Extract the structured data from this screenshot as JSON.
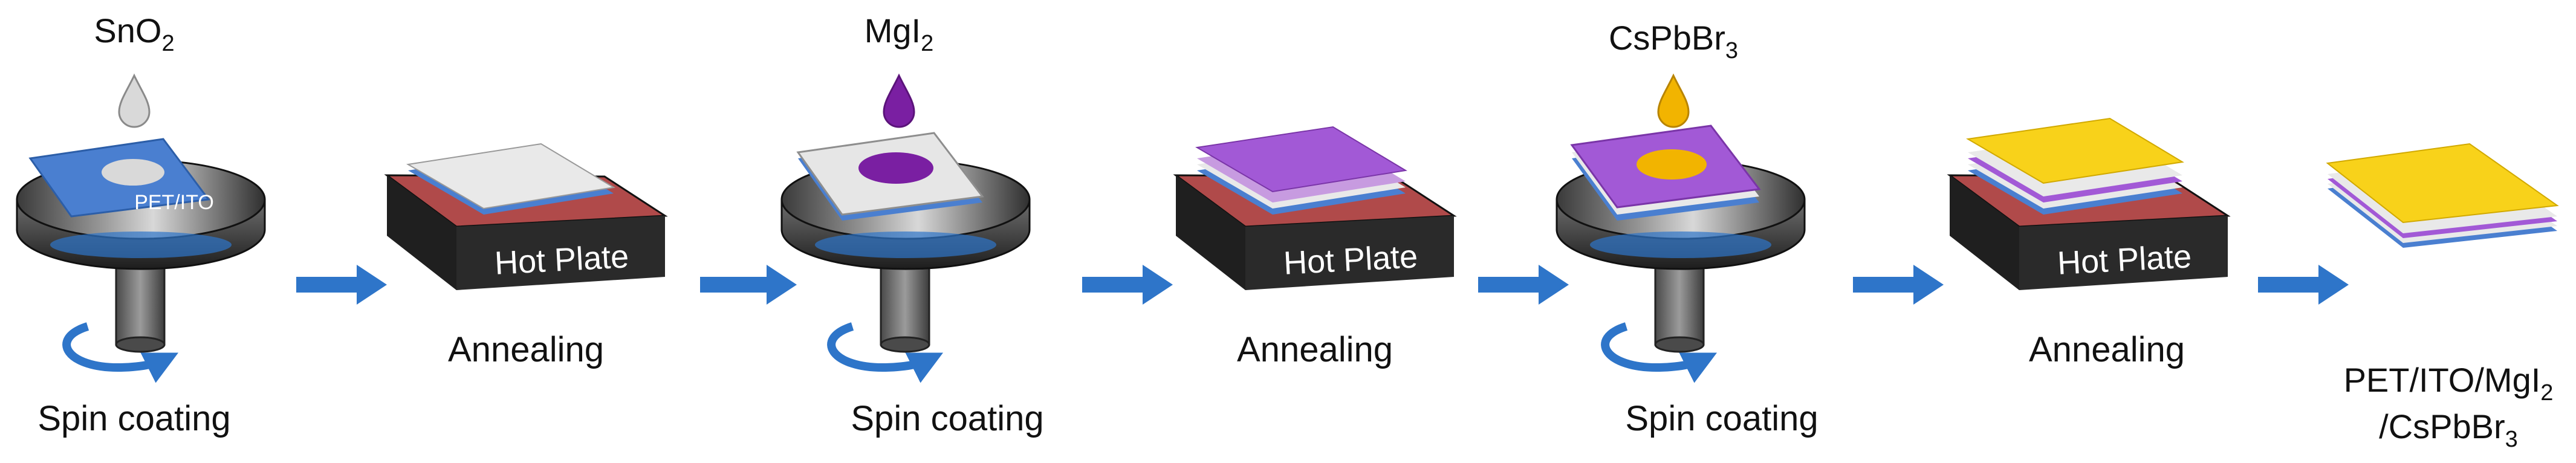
{
  "colors": {
    "substrate_blue": "#4a7fd0",
    "sno2_gray": "#d9d9d9",
    "mgi2_purple": "#8a2cb0",
    "mgi2_layer": "#a259d6",
    "cspbbr3_yellow": "#f2b400",
    "cspbbr3_layer": "#f8d21a",
    "arrow_blue": "#2e75c9",
    "hotplate_body": "#1f1f1f",
    "hotplate_top": "#b04a4a"
  },
  "steps": [
    {
      "type": "spin",
      "chemical": {
        "base": "SnO",
        "sub": "2",
        "tail": ""
      },
      "drop_color": "#d9d9d9",
      "drop_stroke": "#8a8a8a",
      "substrate_label": "PET/ITO",
      "caption": "Spin coating"
    },
    {
      "type": "anneal",
      "plate_label": "Hot Plate",
      "caption": "Annealing"
    },
    {
      "type": "spin",
      "chemical": {
        "base": "MgI",
        "sub": "2",
        "tail": ""
      },
      "drop_color": "#7a1fa2",
      "drop_stroke": "#5b137a",
      "caption": "Spin coating"
    },
    {
      "type": "anneal",
      "plate_label": "Hot Plate",
      "caption": "Annealing"
    },
    {
      "type": "spin",
      "chemical": {
        "base": "CsPbBr",
        "sub": "3",
        "tail": ""
      },
      "drop_color": "#f2b400",
      "drop_stroke": "#b88400",
      "caption": "Spin coating"
    },
    {
      "type": "anneal",
      "plate_label": "Hot Plate",
      "caption": "Annealing"
    }
  ],
  "final": {
    "line1": {
      "base": "PET/ITO/MgI",
      "sub": "2"
    },
    "line2": {
      "base": "/CsPbBr",
      "sub": "3"
    }
  }
}
